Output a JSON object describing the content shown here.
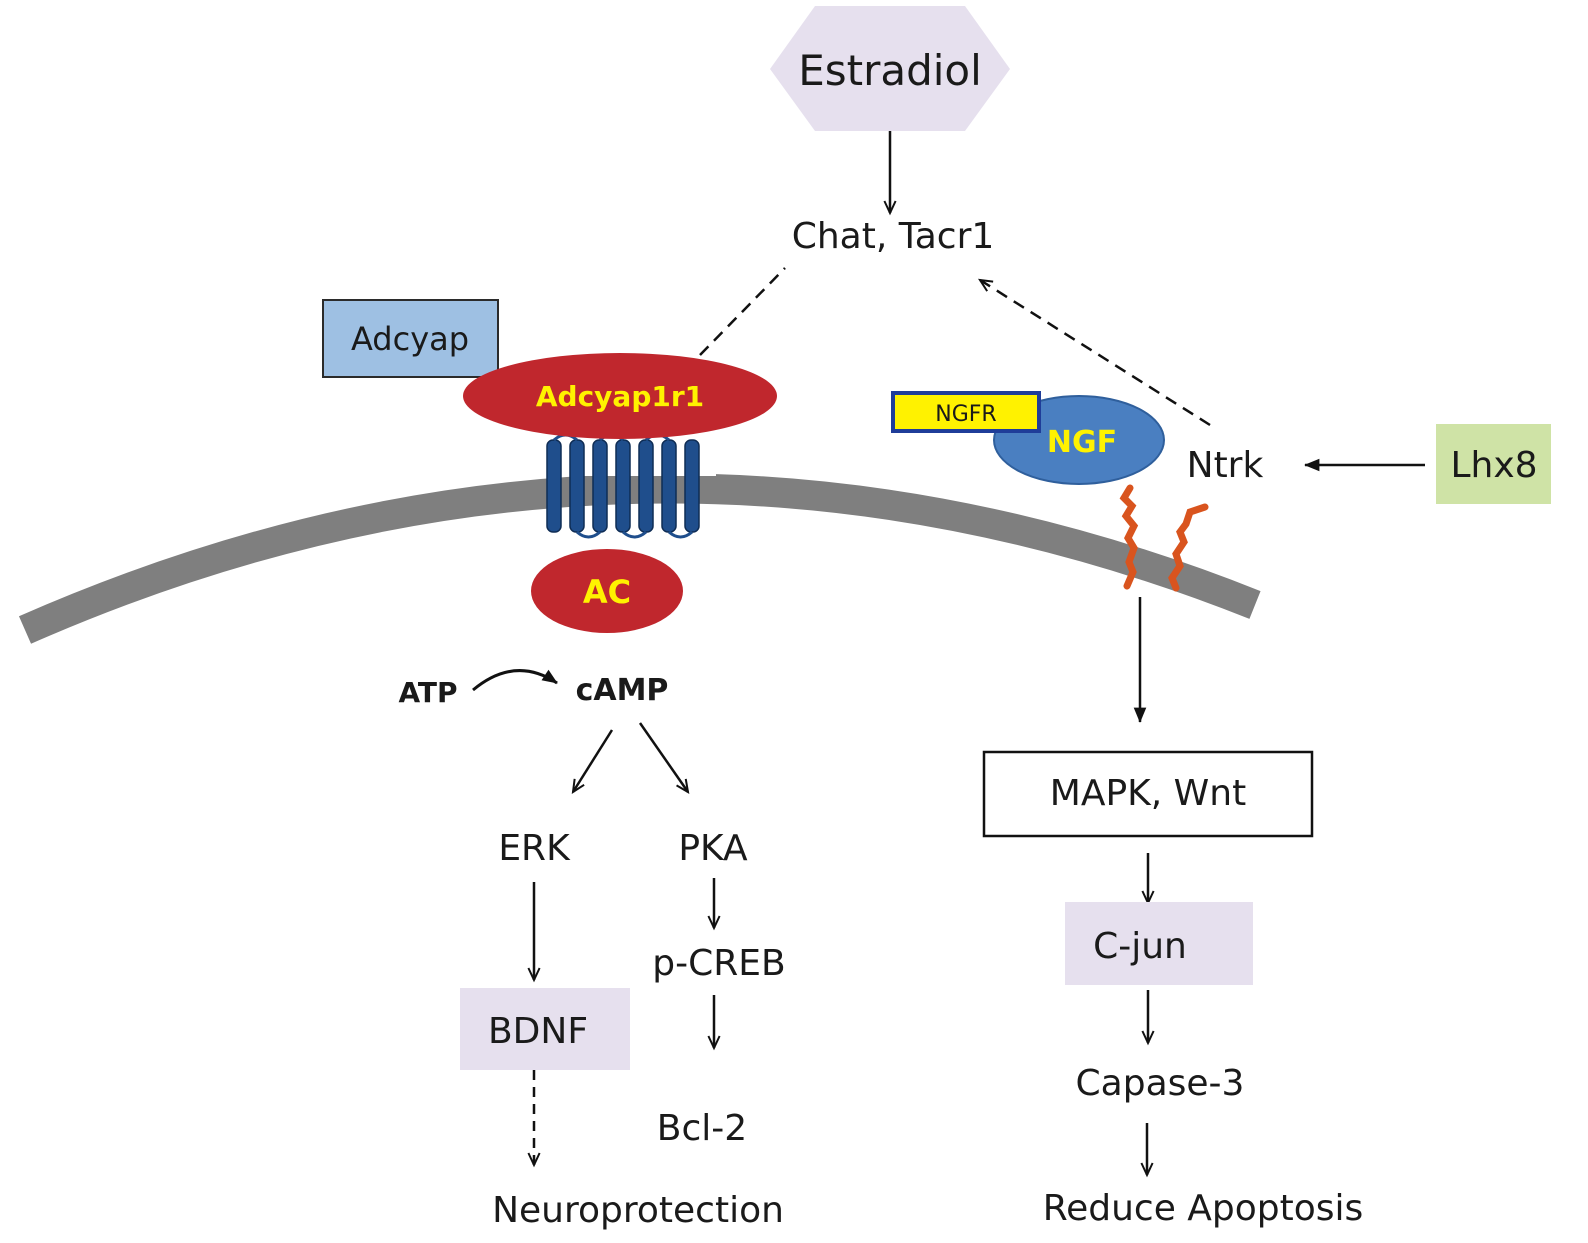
{
  "nodes": {
    "estradiol": "Estradiol",
    "chat_tacr1": "Chat, Tacr1",
    "adcyap": "Adcyap",
    "adcyap1r1": "Adcyap1r1",
    "ngfr": "NGFR",
    "ngf": "NGF",
    "ntrk": "Ntrk",
    "lhx8": "Lhx8",
    "ac": "AC",
    "atp": "ATP",
    "camp": "cAMP",
    "erk": "ERK",
    "pka": "PKA",
    "p_creb": "p-CREB",
    "bdnf": "BDNF",
    "bcl2": "Bcl-2",
    "neuroprotection": "Neuroprotection",
    "mapk_wnt": "MAPK, Wnt",
    "c_jun": "C-jun",
    "capase3": "Capase-3",
    "reduce_apoptosis": "Reduce Apoptosis"
  },
  "colors": {
    "hexagon": "#e6e0ee",
    "lavender_box": "#e6e0ee",
    "adcyap_box": "#9ec0e3",
    "red_receptor": "#c0272d",
    "yellow_text": "#fff200",
    "ngf_blue": "#4a7fc1",
    "ngfr_yellow": "#fff200",
    "lhx8_green": "#cfe3a6",
    "membrane": "#7f7f7f",
    "helix_blue": "#1f4e8c",
    "ntrk_orange": "#d9541e"
  }
}
